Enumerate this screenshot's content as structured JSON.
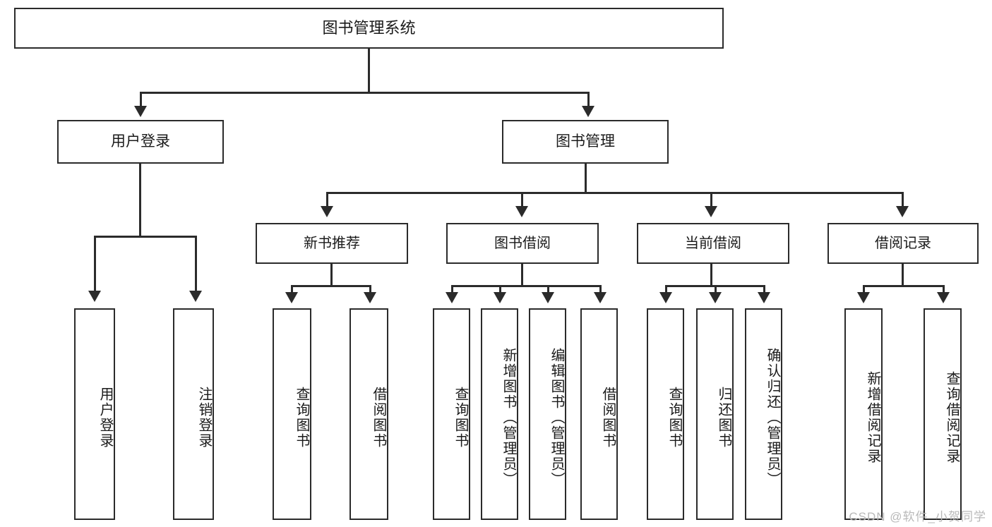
{
  "diagram": {
    "title": "图书管理系统",
    "type": "tree",
    "stroke_color": "#2b2b2b",
    "background_color": "#ffffff",
    "text_color": "#1a1a1a",
    "watermark": "CSDN @软件_小贺同学",
    "watermark_color": "#b9b9b9"
  },
  "root": {
    "label": "图书管理系统"
  },
  "level2": [
    {
      "label": "用户登录"
    },
    {
      "label": "图书管理"
    }
  ],
  "level3": [
    {
      "label": "新书推荐"
    },
    {
      "label": "图书借阅"
    },
    {
      "label": "当前借阅"
    },
    {
      "label": "借阅记录"
    }
  ],
  "leaves": {
    "user_login": [
      {
        "label": "用户登录"
      },
      {
        "label": "注销登录"
      }
    ],
    "new_book": [
      {
        "label": "查询图书"
      },
      {
        "label": "借阅图书"
      }
    ],
    "book_borrow": [
      {
        "label": "查询图书"
      },
      {
        "label": "新增图书（管理员）"
      },
      {
        "label": "编辑图书（管理员）"
      },
      {
        "label": "借阅图书"
      }
    ],
    "current_borrow": [
      {
        "label": "查询图书"
      },
      {
        "label": "归还图书"
      },
      {
        "label": "确认归还（管理员）"
      }
    ],
    "borrow_record": [
      {
        "label": "新增借阅记录"
      },
      {
        "label": "查询借阅记录"
      }
    ]
  }
}
